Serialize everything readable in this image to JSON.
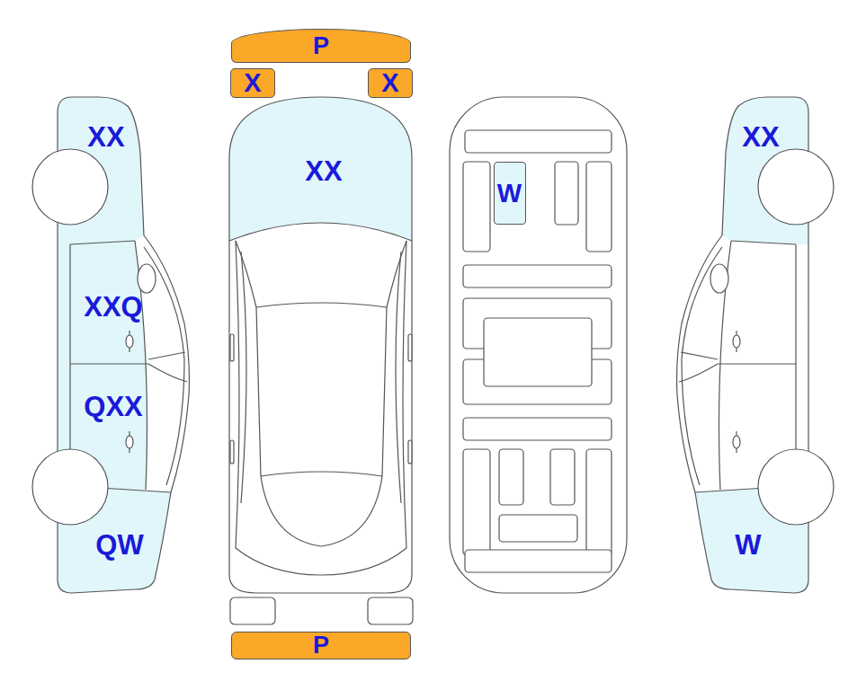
{
  "diagram": {
    "nodes": [
      {
        "text": [
          "P"
        ]
      },
      {
        "text": [
          "X"
        ]
      },
      {
        "text": [
          "X"
        ]
      },
      {
        "text": [
          "W"
        ]
      },
      {
        "text": [
          "P"
        ]
      }
    ],
    "labels": [
      "XX",
      "XX",
      "XX",
      "XXQ",
      "QXX",
      "QW",
      "W"
    ]
  }
}
